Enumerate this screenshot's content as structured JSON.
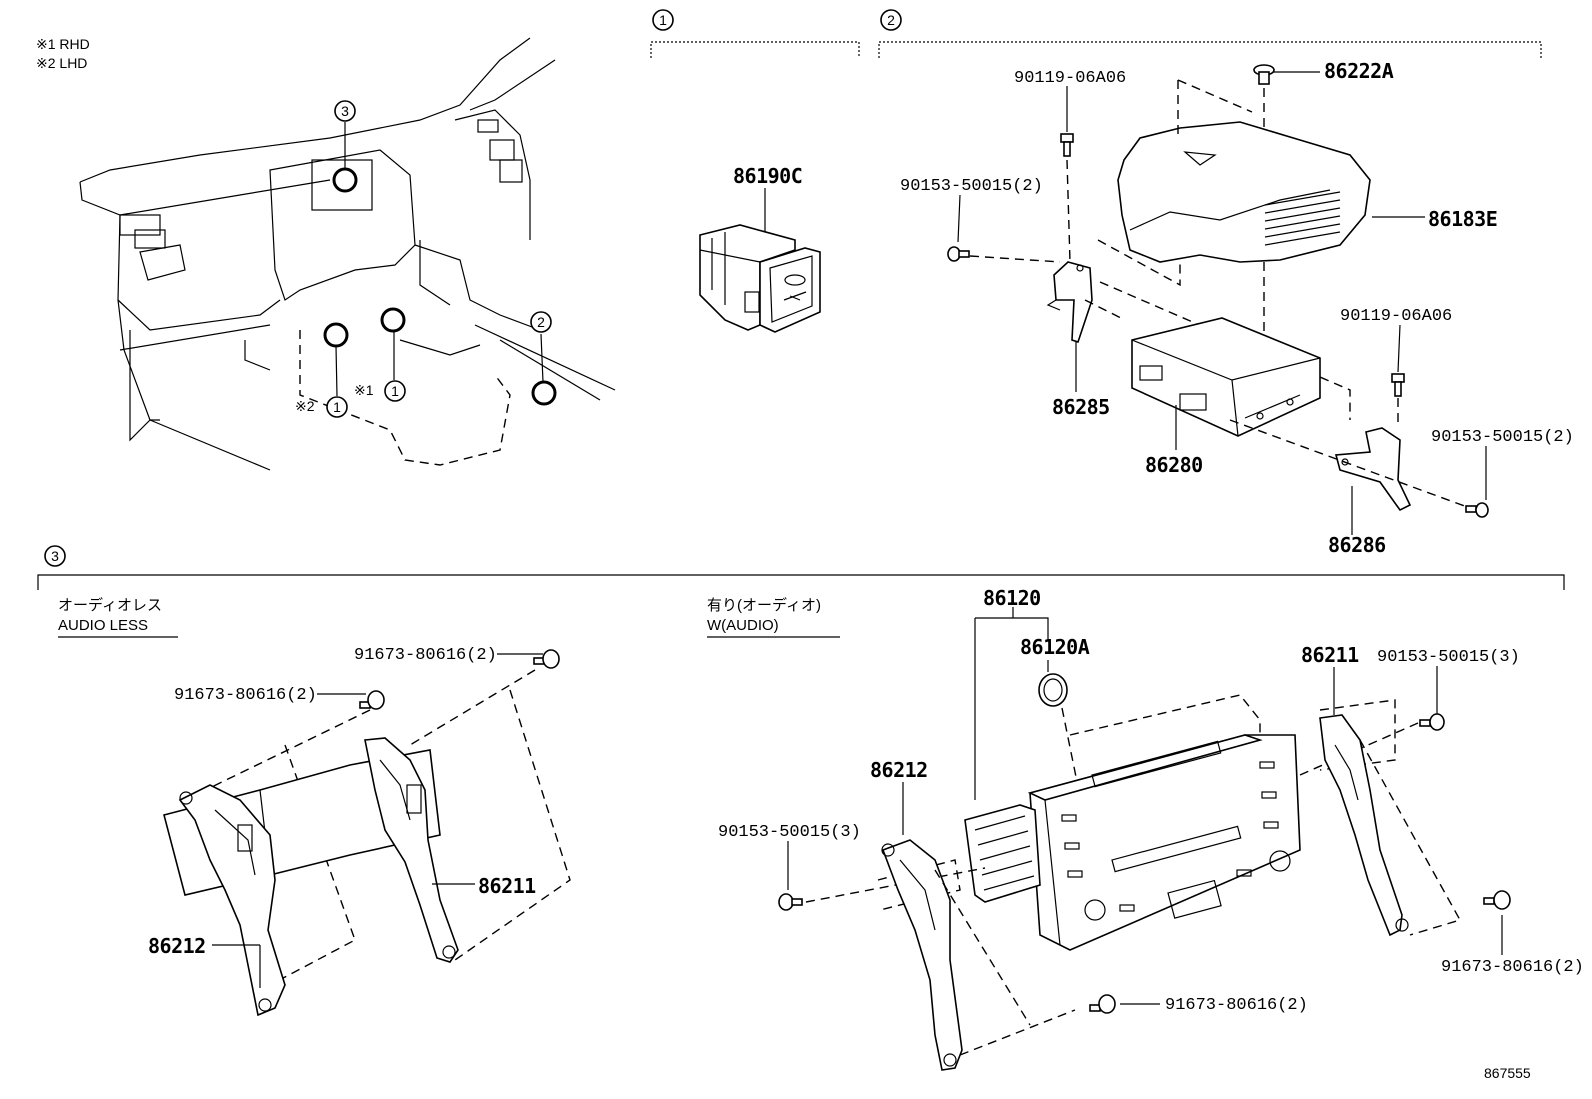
{
  "notes": {
    "rhd": "※1 RHD",
    "lhd": "※2 LHD"
  },
  "sections": {
    "s1": "1",
    "s2": "2",
    "s3": "3"
  },
  "overview": {
    "callout_3": "3",
    "callout_2": "2",
    "callout_1a": "1",
    "callout_1b": "1",
    "mark_rhd": "※1",
    "mark_lhd": "※2"
  },
  "section1": {
    "part": "86190C"
  },
  "section2": {
    "bolt_top": "90119-06A06",
    "clip_top": "86222A",
    "screw_left": "90153-50015(2)",
    "cover": "86183E",
    "bracket_left": "86285",
    "bolt_right": "90119-06A06",
    "screw_right": "90153-50015(2)",
    "amplifier": "86280",
    "bracket_right": "86286"
  },
  "section3": {
    "audio_less_jp": "オーディオレス",
    "audio_less_en": "AUDIO LESS",
    "w_audio_jp": "有り(オーディオ)",
    "w_audio_en": "W(AUDIO)",
    "al_screw_top": "91673-80616(2)",
    "al_screw_left": "91673-80616(2)",
    "al_bracket_right": "86211",
    "al_bracket_left": "86212",
    "wa_receiver": "86120",
    "wa_knob": "86120A",
    "wa_bracket_right": "86211",
    "wa_screw_right_top": "90153-50015(3)",
    "wa_bracket_left": "86212",
    "wa_screw_left": "90153-50015(3)",
    "wa_screw_right_bottom": "91673-80616(2)",
    "wa_screw_bottom": "91673-80616(2)"
  },
  "figure_id": "867555"
}
